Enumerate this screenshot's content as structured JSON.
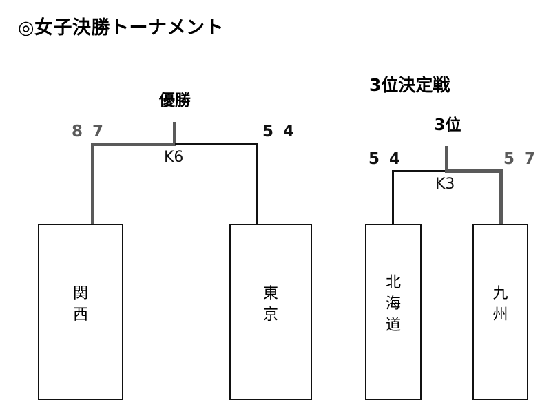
{
  "title": "◎女子決勝トーナメント",
  "final_bracket": {
    "heading_label": "優勝",
    "match_code": "K6",
    "left_score": "8 7",
    "right_score": "5 4",
    "winner_side": "left",
    "teams": [
      {
        "name_chars": [
          "関",
          "西"
        ],
        "full_name": "関西",
        "result": "winner"
      },
      {
        "name_chars": [
          "東",
          "京"
        ],
        "full_name": "東京",
        "result": "loser"
      }
    ]
  },
  "third_place_bracket": {
    "section_title": "3位決定戦",
    "heading_label": "3位",
    "match_code": "K3",
    "left_score": "5 4",
    "right_score": "5 7",
    "winner_side": "right",
    "teams": [
      {
        "name_chars": [
          "北",
          "海",
          "道"
        ],
        "full_name": "北海道",
        "result": "loser"
      },
      {
        "name_chars": [
          "九",
          "州"
        ],
        "full_name": "九州",
        "result": "winner"
      }
    ]
  },
  "colors": {
    "line_default": "#111111",
    "line_winner": "#5a5a5a",
    "text": "#000000",
    "background": "#ffffff"
  }
}
